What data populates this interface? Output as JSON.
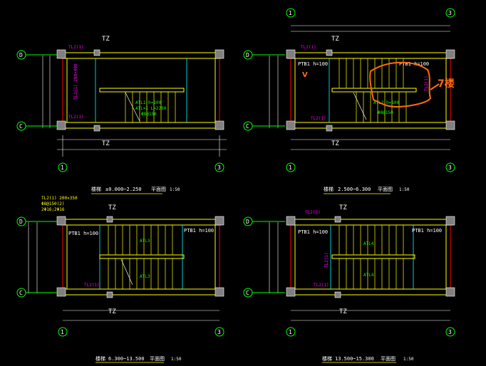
{
  "panels": [
    {
      "id": "p1",
      "tz_top": "TZ",
      "tz_bottom": "TZ",
      "grid_top_left": "D",
      "grid_bottom_left": "C",
      "grid_bottom_1": "1",
      "grid_bottom_3": "3",
      "labels_mag": [
        "TL2(1)",
        "TL2(1) 200×400",
        "TL2(1)"
      ],
      "labels_green": [
        "ATL1 h=100",
        "ATL=1 L=2250",
        "Φ8@150"
      ],
      "caption_name": "楼梯",
      "caption_range": "±0.000~2.250",
      "caption_type": "平面图",
      "caption_scale": "1:50"
    },
    {
      "id": "p2",
      "tz_top": "TZ",
      "tz_bottom": "TZ",
      "grid_top_1": "1",
      "grid_top_3": "3",
      "grid_top_left": "D",
      "grid_bottom_left": "C",
      "grid_bottom_1": "1",
      "grid_bottom_3": "3",
      "ptb": "PTB1 h=100",
      "labels_mag": [
        "TL2(1)",
        "TL2(1)",
        "TL2(1)"
      ],
      "labels_green": [
        "ATL2 h=100",
        "Φ8@150"
      ],
      "annotation_orange": "7楼",
      "annotation_orange_small": "V",
      "caption_name": "楼梯",
      "caption_range": "2.500~6.300",
      "caption_type": "平面图",
      "caption_scale": "1:50"
    },
    {
      "id": "p3",
      "tz_top": "TZ",
      "tz_bottom": "TZ",
      "grid_top_left": "D",
      "grid_bottom_left": "C",
      "grid_bottom_1": "1",
      "grid_bottom_3": "3",
      "ptb_left": "PTB1 h=100",
      "ptb_right": "PTB1 h=100",
      "note_top": "TL2(1) 200×350",
      "note_top2": "Φ8@150(2)",
      "note_top3": "2Φ16;2Φ16",
      "labels_mag": [
        "TL2(1)"
      ],
      "labels_green": [
        "ATL3",
        "ATL3"
      ],
      "caption_name": "楼梯",
      "caption_range": "6.300~13.500",
      "caption_type": "平面图",
      "caption_scale": "1:50"
    },
    {
      "id": "p4",
      "tz_top": "TZ",
      "tz_bottom": "TZ",
      "grid_top_left": "D",
      "grid_bottom_left": "C",
      "grid_bottom_1": "1",
      "grid_bottom_3": "3",
      "ptb_left": "PTB1 h=100",
      "ptb_right": "PTB1 h=100",
      "labels_mag": [
        "TL2(1)",
        "TL2(1)",
        "TL2(1)"
      ],
      "labels_green": [
        "ATL4",
        "ATL4"
      ],
      "caption_name": "楼梯",
      "caption_range": "13.500~15.300",
      "caption_type": "平面图",
      "caption_scale": "1:50"
    }
  ],
  "colors": {
    "background": "#000000",
    "wall": "#ffff00",
    "dimension": "#ffffff",
    "grid_circle": "#00ff00",
    "text_green": "#00ff00",
    "text_magenta": "#ff00ff",
    "column": "#808080",
    "handrail": "#ffff00",
    "inner_line": "#00ffff",
    "red_line": "#ff0000",
    "annotation": "#ff6a13"
  }
}
